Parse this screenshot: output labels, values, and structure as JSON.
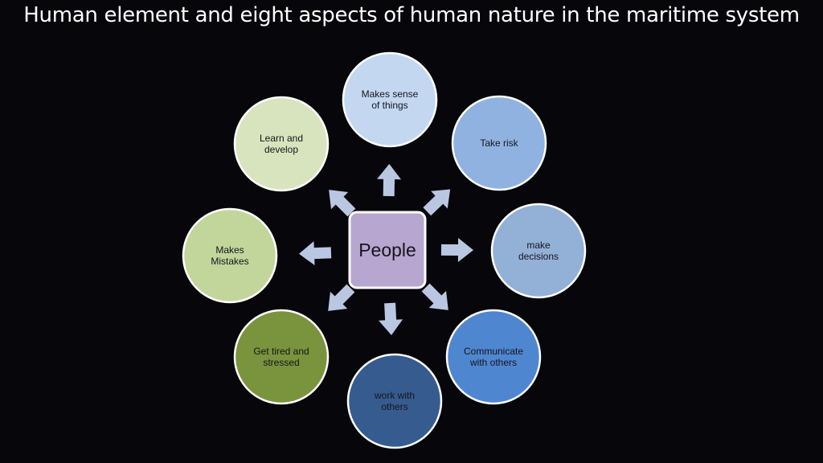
{
  "title": "Human element and eight aspects of human nature in the maritime system",
  "center": {
    "label": "People",
    "color": "#b7a6cf"
  },
  "arrow_color": "#b9c7e3",
  "nodes": [
    {
      "id": "makes-sense-of-things",
      "lines": [
        "Makes sense",
        "of things"
      ],
      "color": "#c3d7f0"
    },
    {
      "id": "take-risk",
      "lines": [
        "Take risk"
      ],
      "color": "#8fb2e0"
    },
    {
      "id": "make-decisions",
      "lines": [
        "make",
        "decisions"
      ],
      "color": "#93b0d6"
    },
    {
      "id": "communicate-with-others",
      "lines": [
        "Communicate",
        "with others"
      ],
      "color": "#4f86d0"
    },
    {
      "id": "work-with-others",
      "lines": [
        "work with",
        "others"
      ],
      "color": "#365b8e"
    },
    {
      "id": "get-tired-and-stressed",
      "lines": [
        "Get tired and",
        "stressed"
      ],
      "color": "#7a933d"
    },
    {
      "id": "makes-mistakes",
      "lines": [
        "Makes",
        "Mistakes"
      ],
      "color": "#c2d69b"
    },
    {
      "id": "learn-and-develop",
      "lines": [
        "Learn and",
        "develop"
      ],
      "color": "#d7e4bd"
    }
  ]
}
